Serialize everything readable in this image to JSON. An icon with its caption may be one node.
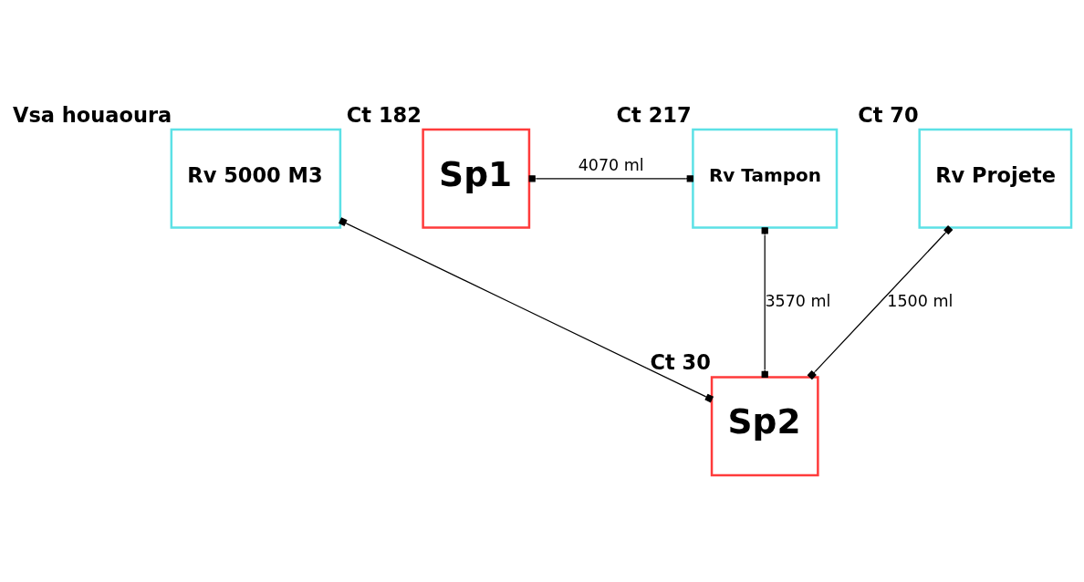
{
  "diagram": {
    "nodes": [
      {
        "text": [
          "Rv 5000 M3"
        ],
        "beside": [
          "Vsa houaoura"
        ]
      },
      {
        "text": [
          "Sp1"
        ],
        "beside": [
          "Ct 182"
        ]
      },
      {
        "text": [
          "Rv Tampon"
        ],
        "beside": [
          "Ct 217"
        ]
      },
      {
        "text": [
          "Rv Projete"
        ],
        "beside": [
          "Ct 70"
        ]
      },
      {
        "text": [
          "Sp2"
        ],
        "beside": [
          "Ct 30"
        ]
      }
    ],
    "edges": [
      {
        "from": 0,
        "to": 4,
        "arrow": "other"
      },
      {
        "from": 1,
        "to": 2,
        "arrow": "other",
        "label": "4070 ml"
      },
      {
        "from": 2,
        "to": 4,
        "arrow": "other",
        "label": "3570 ml"
      },
      {
        "from": 3,
        "to": 4,
        "arrow": "other",
        "label": "1500 ml"
      }
    ]
  }
}
